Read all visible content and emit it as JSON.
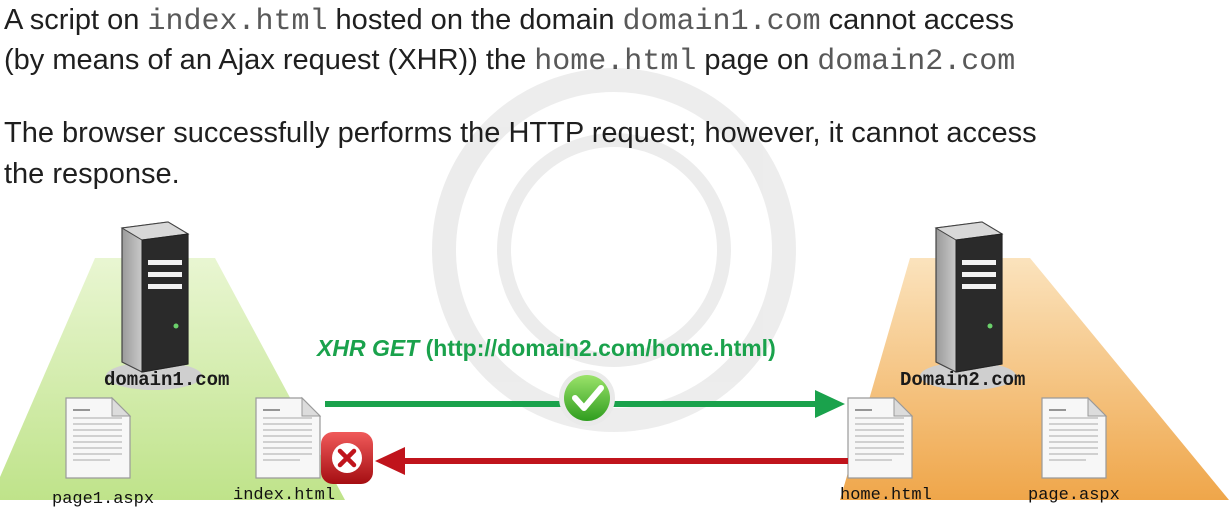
{
  "text": {
    "line1_a": "A script on ",
    "line1_file": "index.html",
    "line1_b": " hosted on the domain ",
    "line1_domain": "domain1.com",
    "line1_c": " cannot access",
    "line2_a": "(by means of an Ajax request (XHR)) the ",
    "line2_file": "home.html",
    "line2_b": " page on ",
    "line2_domain": "domain2.com",
    "line3": "The browser successfully performs the HTTP request; however, it cannot access",
    "line4": "the response."
  },
  "diagram": {
    "left_host": "domain1.com",
    "right_host": "Domain2.com",
    "request_verb": "XHR GET",
    "request_url": " (http://domain2.com/home.html)",
    "files": {
      "page1": "page1.aspx",
      "index": "index.html",
      "home": "home.html",
      "page": "page.aspx"
    },
    "request_status": "success-icon",
    "response_status": "blocked-icon"
  },
  "colors": {
    "request_arrow": "#1aa24c",
    "response_arrow": "#c0141c",
    "left_cone": "#c9e89a",
    "right_cone": "#f2b15a"
  }
}
